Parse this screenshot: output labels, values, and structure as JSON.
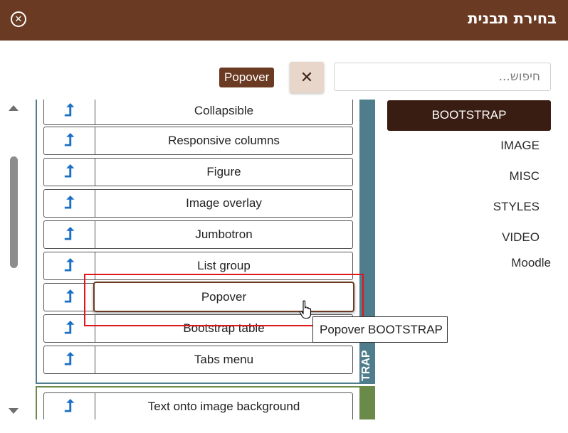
{
  "header": {
    "title": "בחירת תבנית",
    "close_symbol": "✕",
    "close_icon": "close-circle-icon"
  },
  "search": {
    "placeholder": "חיפוש...",
    "value": "",
    "clear_symbol": "✕",
    "active_filter": "Popover"
  },
  "categories": [
    {
      "label": "BOOTSTRAP",
      "active": true
    },
    {
      "label": "IMAGE",
      "active": false
    },
    {
      "label": "MISC",
      "active": false
    },
    {
      "label": "STYLES",
      "active": false
    },
    {
      "label": "VIDEO",
      "active": false
    },
    {
      "label": "Moodle",
      "active": false
    }
  ],
  "groups": {
    "bootstrap_label": "TRAP",
    "bootstrap_color": "#4f7d8c",
    "image_color": "#6a8a4a"
  },
  "templates": {
    "icon_symbol": "⮥",
    "icon_name": "arrow-up-insert-icon",
    "items": [
      {
        "label": "Collapsible"
      },
      {
        "label": "Responsive columns"
      },
      {
        "label": "Figure"
      },
      {
        "label": "Image overlay"
      },
      {
        "label": "Jumbotron"
      },
      {
        "label": "List group"
      },
      {
        "label": "Popover"
      },
      {
        "label": "Bootstrap table"
      },
      {
        "label": "Tabs menu"
      },
      {
        "label": "Text onto image background"
      }
    ]
  },
  "tooltip": {
    "text": "Popover BOOTSTRAP"
  },
  "colors": {
    "header_bg": "#6b3a22",
    "active_category_bg": "#3a1d12",
    "selection_outline": "#e0161d",
    "icon_color": "#1a6fc7"
  }
}
